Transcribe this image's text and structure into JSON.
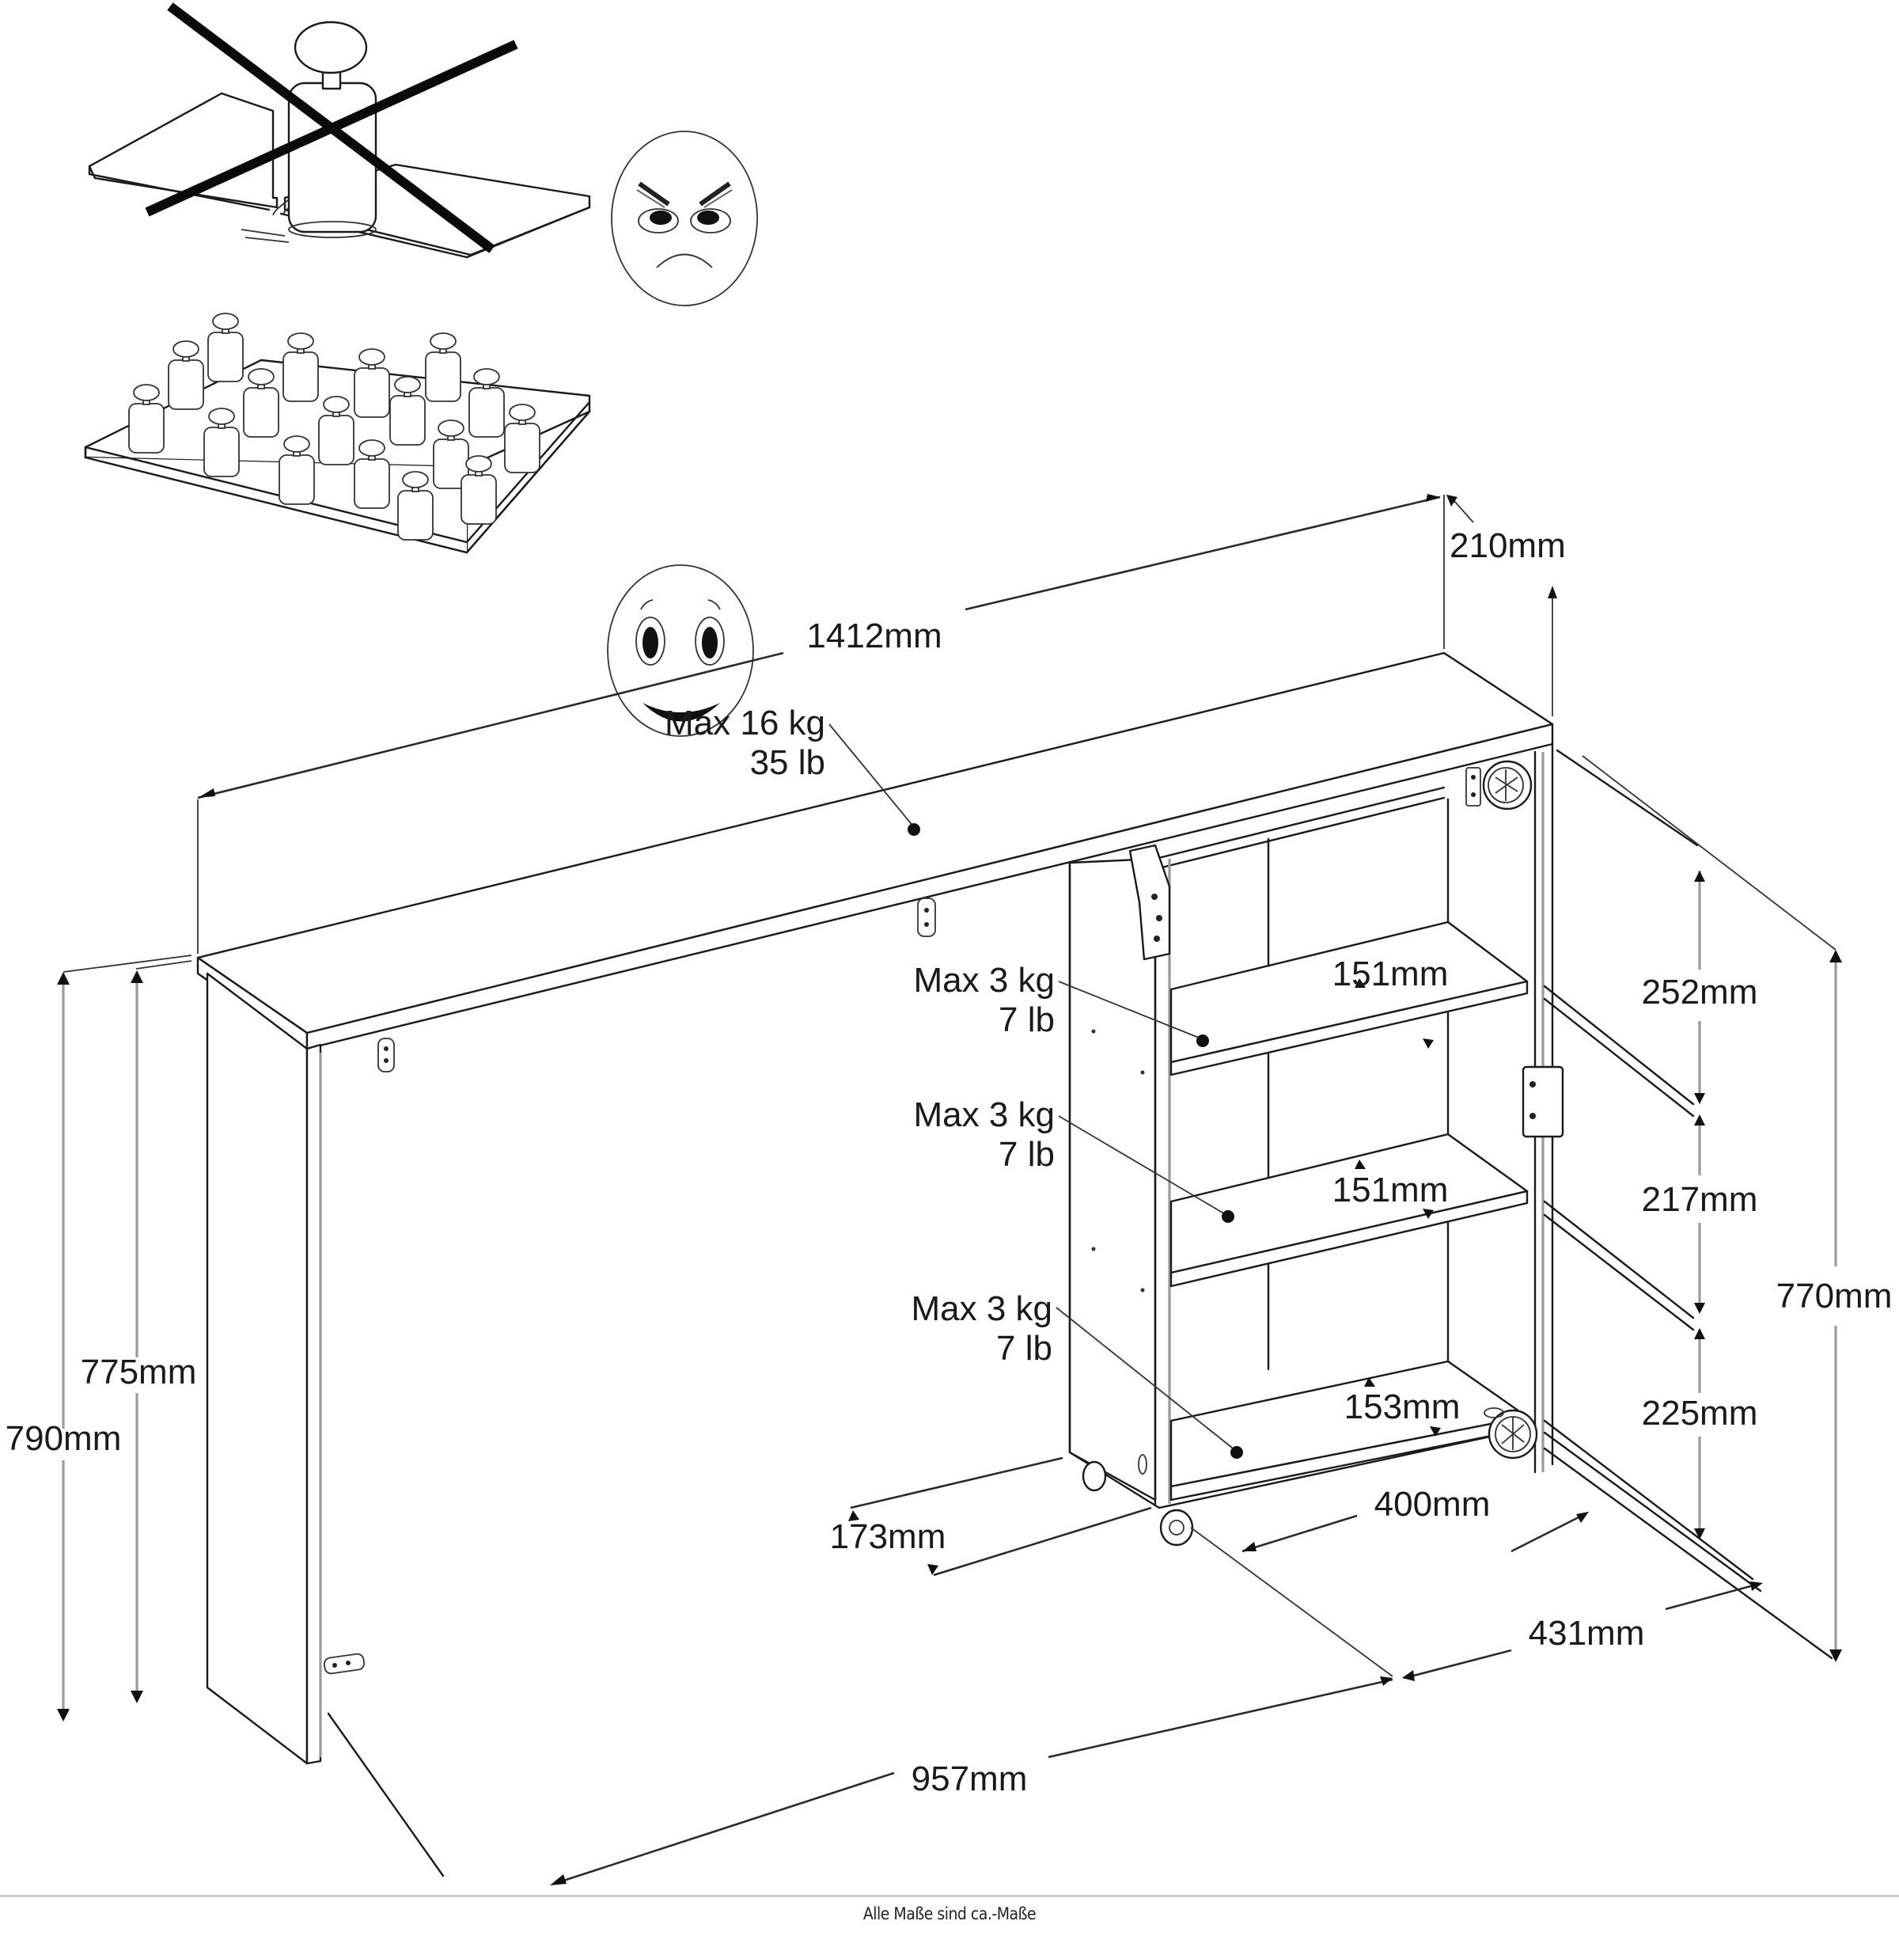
{
  "diagram": {
    "title": "Bar cabinet with shelves – dimension & load drawing",
    "load_illustration": {
      "wrong": {
        "description": "single heavy weight on shelf (crossed out)",
        "face": "angry-face"
      },
      "right": {
        "description": "weight distributed evenly across shelf",
        "face": "smiling-face"
      }
    },
    "dimensions": {
      "total_width": "1412mm",
      "top_depth": "210mm",
      "height_outer": "790mm",
      "height_inner": "775mm",
      "cabinet_height": "770mm",
      "gap_top": "252mm",
      "gap_middle": "217mm",
      "gap_bottom": "225mm",
      "shelf_depth_1": "151mm",
      "shelf_depth_2": "151mm",
      "shelf_depth_3": "153mm",
      "cabinet_width": "400mm",
      "cabinet_depth": "431mm",
      "base_offset": "173mm",
      "footprint_length": "957mm"
    },
    "loads": {
      "top": {
        "kg": "Max 16 kg",
        "lb": "35 lb"
      },
      "shelf_1": {
        "kg": "Max 3 kg",
        "lb": "7 lb"
      },
      "shelf_2": {
        "kg": "Max 3 kg",
        "lb": "7 lb"
      },
      "shelf_3": {
        "kg": "Max 3 kg",
        "lb": "7 lb"
      }
    }
  },
  "footer": {
    "caption": "Alle Maße sind ca.-Maße"
  }
}
